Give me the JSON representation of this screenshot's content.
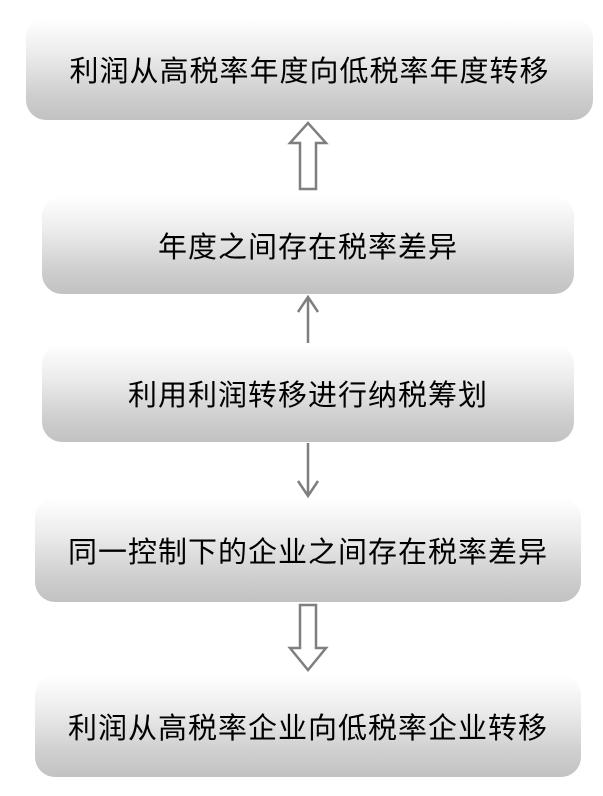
{
  "flowchart": {
    "boxes": [
      {
        "label": "利润从高税率年度向低税率年度转移"
      },
      {
        "label": "年度之间存在税率差异"
      },
      {
        "label": "利用利润转移进行纳税筹划"
      },
      {
        "label": "同一控制下的企业之间存在税率差异"
      },
      {
        "label": "利润从高税率企业向低税率企业转移"
      }
    ],
    "connectors": [
      {
        "from": 2,
        "to": 1,
        "style": "hollow-arrow"
      },
      {
        "from": 3,
        "to": 2,
        "style": "line-arrow"
      },
      {
        "from": 3,
        "to": 4,
        "style": "line-arrow"
      },
      {
        "from": 4,
        "to": 5,
        "style": "hollow-arrow"
      }
    ],
    "colors": {
      "box_top": "#ffffff",
      "box_bottom": "#c2c2c2",
      "arrow": "#7f7f7f",
      "text": "#000000"
    }
  }
}
